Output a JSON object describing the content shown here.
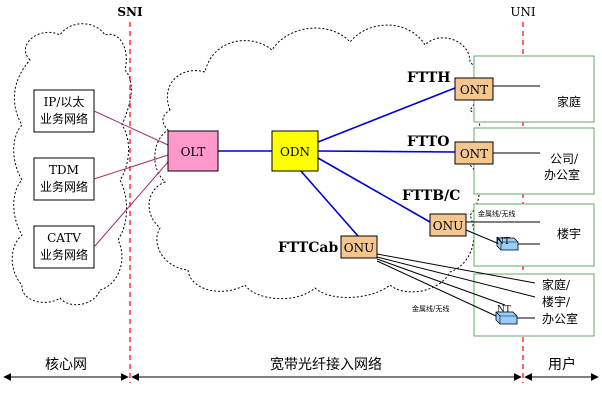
{
  "interfaces": {
    "sni": "SNI",
    "uni": "UNI"
  },
  "core_services": [
    {
      "lines": [
        "IP/以太",
        "业务网络"
      ]
    },
    {
      "lines": [
        "TDM",
        "业务网络"
      ]
    },
    {
      "lines": [
        "CATV",
        "业务网络"
      ]
    }
  ],
  "nodes": {
    "olt": "OLT",
    "odn": "ODN",
    "ont_ftth": "ONT",
    "ont_ftto": "ONT",
    "onu_fttb": "ONU",
    "onu_fttcab": "ONU",
    "nt_upper": "NT",
    "nt_lower": "NT"
  },
  "access_types": {
    "ftth": "FTTH",
    "ftto": "FTTO",
    "fttb": "FTTB/C",
    "fttcab": "FTTCab"
  },
  "user_sites": {
    "home": "家庭",
    "office": [
      "公司/",
      "办公室"
    ],
    "building": "楼宇",
    "mixed": [
      "家庭/",
      "楼宇/",
      "办公室"
    ]
  },
  "link_labels": {
    "metal_wireless_upper": "金属线/无线",
    "metal_wireless_lower": "金属线/无线"
  },
  "sections": {
    "core": "核心网",
    "access": "宽带光纤接入网络",
    "user": "用户"
  },
  "colors": {
    "olt_fill": "#ff99cc",
    "odn_fill": "#ffff00",
    "onu_fill": "#f5c68f",
    "nt_fill": "#99ccff",
    "fiber": "#0000cc",
    "core_link": "#a0306a",
    "interface_line": "#ff0000",
    "user_box_border": "#66aa66"
  }
}
